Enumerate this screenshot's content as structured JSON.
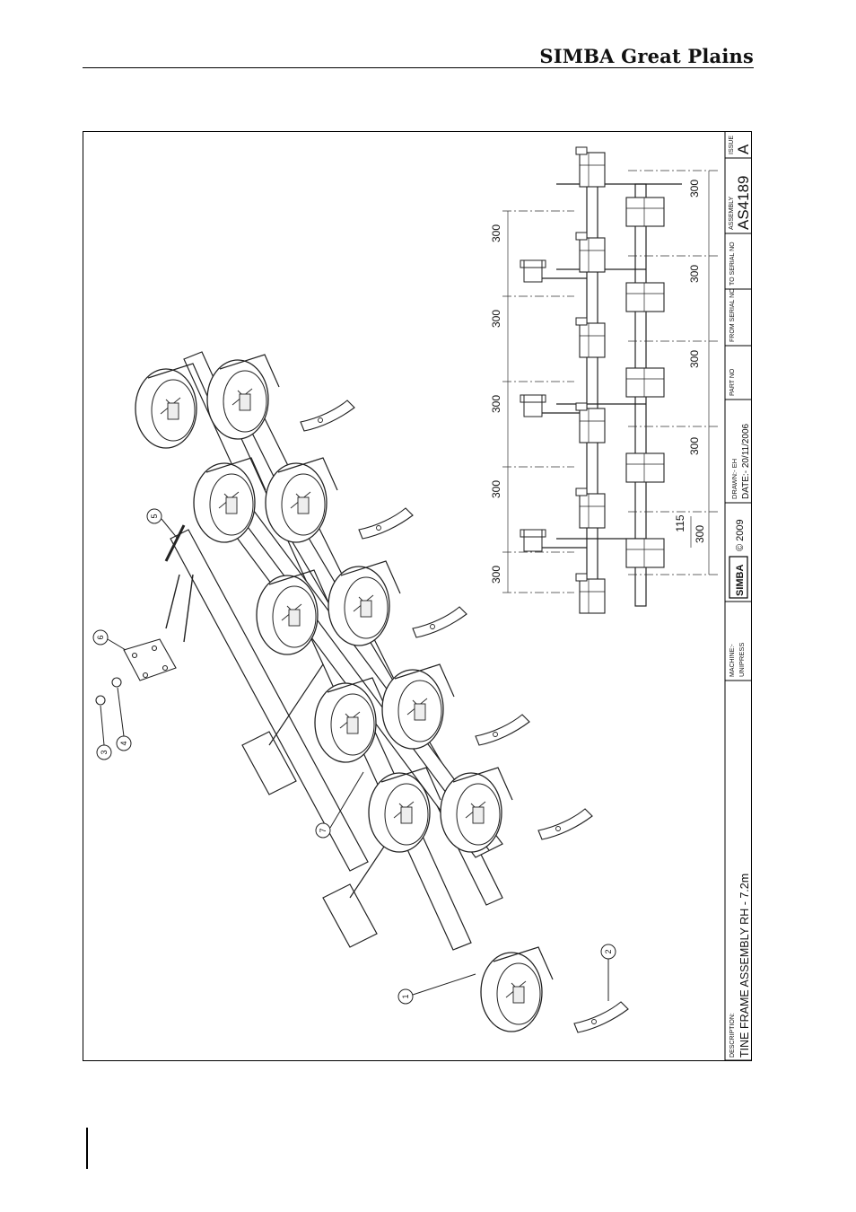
{
  "header": {
    "brand": "SIMBA Great Plains"
  },
  "title_block": {
    "description_label": "DESCRIPTION:",
    "description": "TINE FRAME ASSEMBLY RH - 7.2m",
    "machine_label": "MACHINE:-",
    "machine": "UNIPRESS",
    "logo": "SIMBA",
    "copyright": "© 2009",
    "drawn": "DRAWN:- EH",
    "date": "DATE:- 20/11/2006",
    "part_no_label": "PART NO",
    "from_serial_label": "FROM SERIAL NO",
    "to_serial_label": "TO SERIAL NO",
    "assembly_label": "ASSEMBLY",
    "assembly_no": "AS4189",
    "issue_label": "ISSUE",
    "issue": "A"
  },
  "balloons": [
    "1",
    "2",
    "3",
    "4",
    "5",
    "6",
    "7"
  ],
  "dimensions": {
    "upper": [
      "300",
      "300",
      "300",
      "300",
      "300"
    ],
    "lower": [
      "300",
      "300",
      "300",
      "300",
      "300"
    ],
    "offset": "115"
  }
}
